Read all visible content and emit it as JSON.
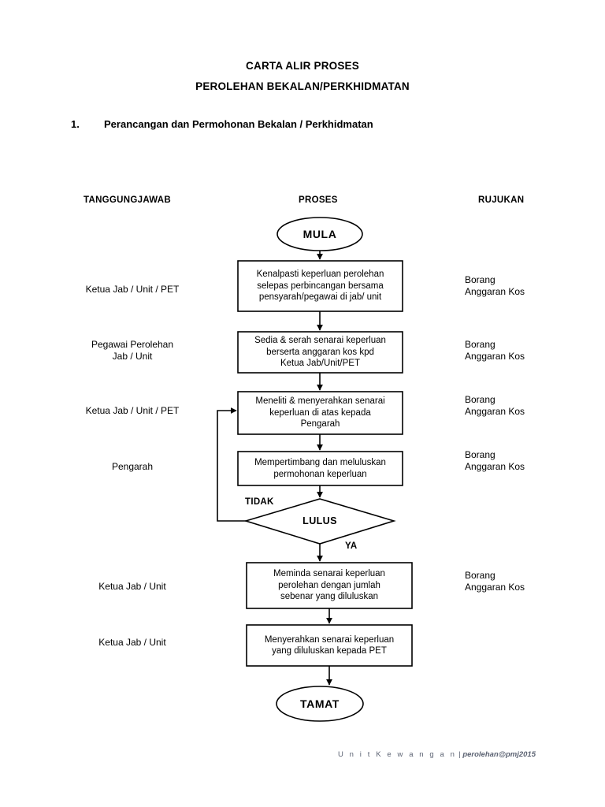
{
  "document": {
    "title_line1": "CARTA ALIR PROSES",
    "title_line2": "PEROLEHAN BEKALAN/PERKHIDMATAN",
    "section_number": "1.",
    "section_title": "Perancangan dan Permohonan Bekalan / Perkhidmatan"
  },
  "columns": {
    "left": "TANGGUNGJAWAB",
    "center": "PROSES",
    "right": "RUJUKAN"
  },
  "responsibilities": [
    {
      "id": "resp-1",
      "label": "Ketua Jab / Unit / PET"
    },
    {
      "id": "resp-2",
      "label": "Pegawai Perolehan\nJab / Unit"
    },
    {
      "id": "resp-3",
      "label": "Ketua Jab / Unit / PET"
    },
    {
      "id": "resp-4",
      "label": "Pengarah"
    },
    {
      "id": "resp-5",
      "label": "Ketua Jab / Unit"
    },
    {
      "id": "resp-6",
      "label": "Ketua Jab / Unit"
    }
  ],
  "references": [
    {
      "id": "ref-1",
      "label": "Borang\nAnggaran Kos"
    },
    {
      "id": "ref-2",
      "label": "Borang\nAnggaran Kos"
    },
    {
      "id": "ref-3",
      "label": "Borang\nAnggaran Kos"
    },
    {
      "id": "ref-4",
      "label": "Borang\nAnggaran Kos"
    },
    {
      "id": "ref-5",
      "label": "Borang\nAnggaran Kos"
    }
  ],
  "flowchart": {
    "type": "flowchart",
    "nodes": [
      {
        "id": "start",
        "shape": "oval",
        "label": "MULA"
      },
      {
        "id": "step-1",
        "shape": "process",
        "label": "Kenalpasti keperluan perolehan\nselepas perbincangan bersama\npensyarah/pegawai di jab/ unit"
      },
      {
        "id": "step-2",
        "shape": "process",
        "label": "Sedia & serah senarai keperluan\nberserta anggaran kos kpd\nKetua Jab/Unit/PET"
      },
      {
        "id": "step-3",
        "shape": "process",
        "label": "Meneliti & menyerahkan senarai\nkeperluan di atas kepada\nPengarah"
      },
      {
        "id": "step-4",
        "shape": "process",
        "label": "Mempertimbang dan meluluskan\npermohonan keperluan"
      },
      {
        "id": "decision",
        "shape": "diamond",
        "label": "LULUS"
      },
      {
        "id": "step-5",
        "shape": "process",
        "label": "Meminda senarai keperluan\nperolehan dengan jumlah\nsebenar yang diluluskan"
      },
      {
        "id": "step-6",
        "shape": "process",
        "label": "Menyerahkan senarai keperluan\nyang diluluskan kepada PET"
      },
      {
        "id": "end",
        "shape": "oval",
        "label": "TAMAT"
      }
    ],
    "edge_labels": {
      "no": "TIDAK",
      "yes": "YA"
    }
  },
  "footer": {
    "unit": "U n i t   K e w a n g a n",
    "separator": " | ",
    "email": "perolehan@pmj2015"
  },
  "colors": {
    "ink": "#000000",
    "footer_text": "#5b6272",
    "page_background": "#ffffff"
  }
}
